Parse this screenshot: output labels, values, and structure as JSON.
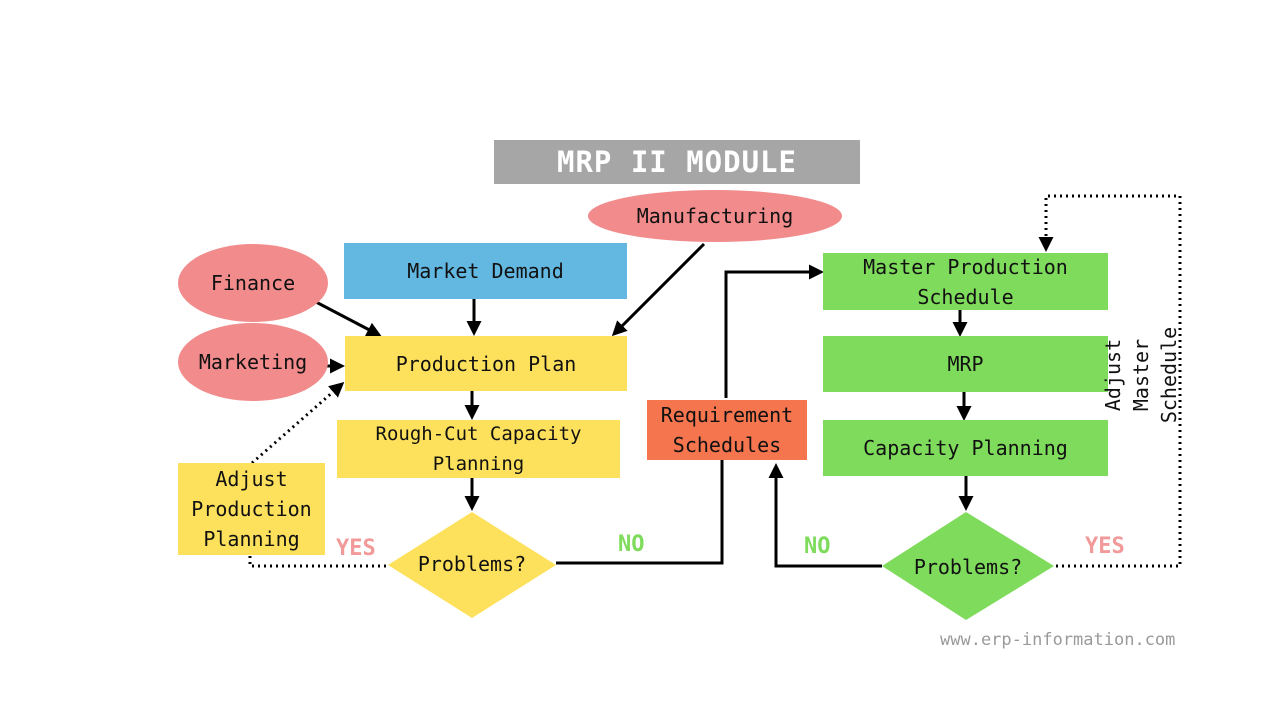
{
  "title": "MRP II MODULE",
  "nodes": {
    "manufacturing": "Manufacturing",
    "finance": "Finance",
    "marketing": "Marketing",
    "market_demand": "Market Demand",
    "production_plan": "Production  Plan",
    "rough_cut": "Rough-Cut Capacity\nPlanning",
    "adjust_production": "Adjust\nProduction\nPlanning",
    "problems_left": "Problems?",
    "requirement_schedules": "Requirement\nSchedules",
    "master_schedule": "Master Production\nSchedule",
    "mrp": "MRP",
    "capacity_planning": "Capacity Planning",
    "problems_right": "Problems?",
    "adjust_master": "Adjust Master\nSchedule"
  },
  "labels": {
    "yes_left": "YES",
    "no_left": "NO",
    "no_right": "NO",
    "yes_right": "YES"
  },
  "colors": {
    "title_bg": "#a6a6a6",
    "oval": "#f28b8b",
    "yellow": "#fde15c",
    "blue": "#63b8e2",
    "green": "#7fdb5c",
    "orange": "#f5754f"
  },
  "footer": {
    "website": "www.erp-information.com"
  }
}
